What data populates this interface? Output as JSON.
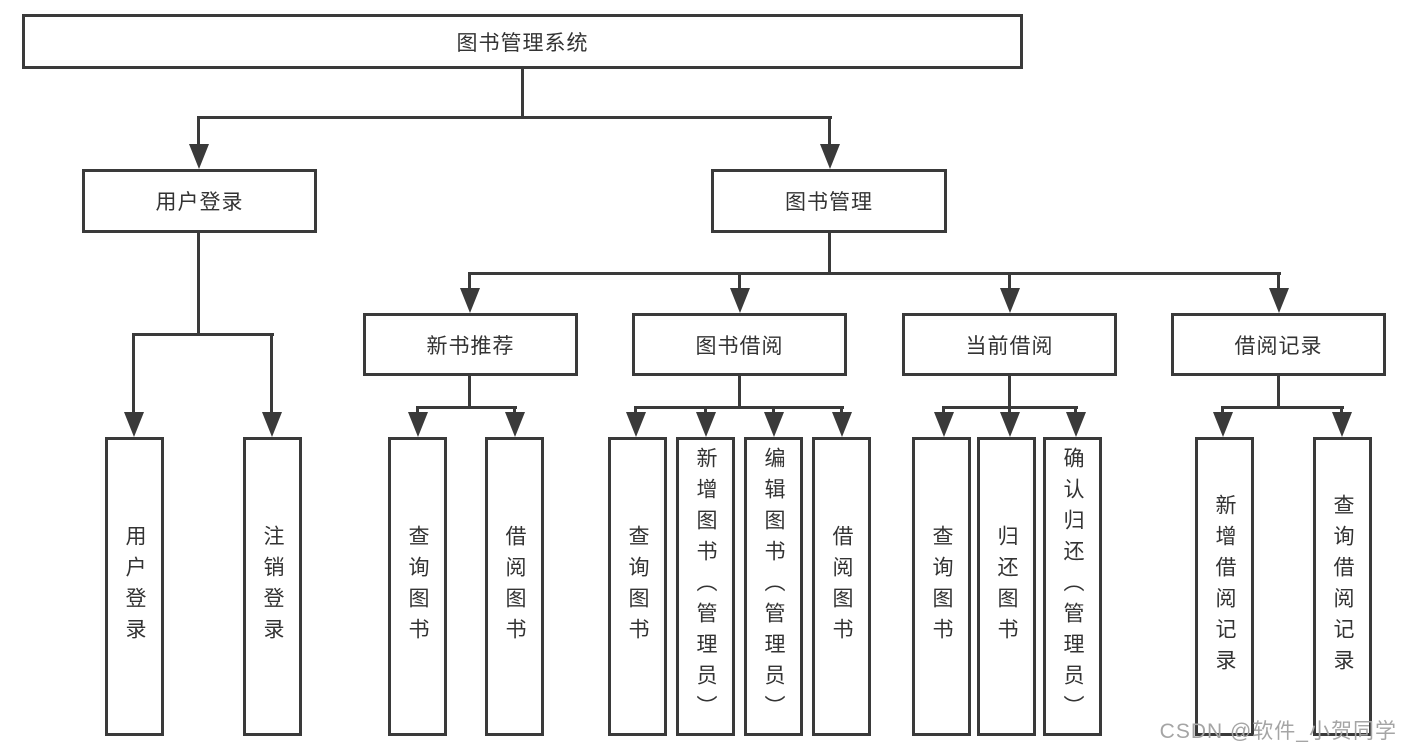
{
  "tree": {
    "root": {
      "label": "图书管理系统",
      "children": [
        {
          "label": "用户登录",
          "children": [
            {
              "label": "用户登录"
            },
            {
              "label": "注销登录"
            }
          ]
        },
        {
          "label": "图书管理",
          "children": [
            {
              "label": "新书推荐",
              "children": [
                {
                  "label": "查询图书"
                },
                {
                  "label": "借阅图书"
                }
              ]
            },
            {
              "label": "图书借阅",
              "children": [
                {
                  "label": "查询图书"
                },
                {
                  "label": "新增图书（管理员）"
                },
                {
                  "label": "编辑图书（管理员）"
                },
                {
                  "label": "借阅图书"
                }
              ]
            },
            {
              "label": "当前借阅",
              "children": [
                {
                  "label": "查询图书"
                },
                {
                  "label": "归还图书"
                },
                {
                  "label": "确认归还（管理员）"
                }
              ]
            },
            {
              "label": "借阅记录",
              "children": [
                {
                  "label": "新增借阅记录"
                },
                {
                  "label": "查询借阅记录"
                }
              ]
            }
          ]
        }
      ]
    }
  },
  "watermark": {
    "text": "CSDN @软件_小贺同学"
  },
  "colors": {
    "line": "#3a3a3a",
    "text": "#333333",
    "watermark": "#a5a5a5",
    "background": "#ffffff"
  }
}
